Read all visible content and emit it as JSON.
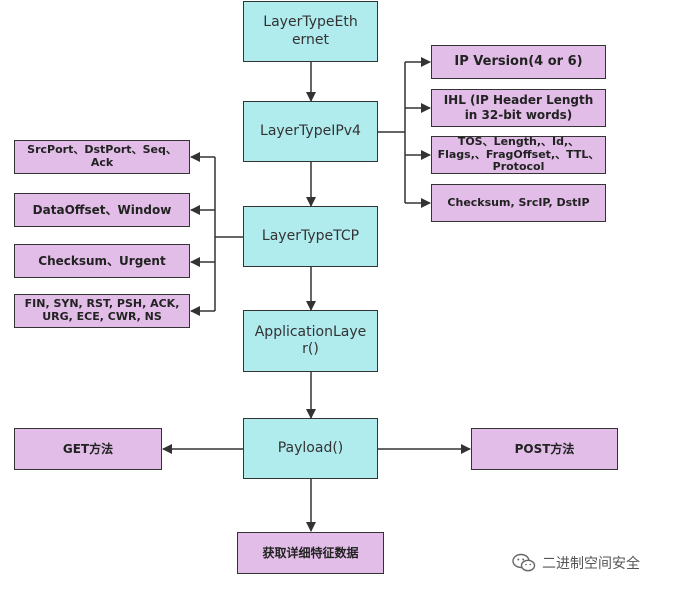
{
  "nodes": {
    "ethernet": "LayerTypeEthernet",
    "ipv4": "LayerTypeIPv4",
    "tcp": "LayerTypeTCP",
    "app": "ApplicationLayer()",
    "payload": "Payload()",
    "ip_version": "IP Version(4 or 6)",
    "ihl": "IHL (IP Header Length in 32-bit words)",
    "tos": "TOS、Length,、Id,、Flags,、FragOffset,、TTL、Protocol",
    "ip_checksum": "Checksum, SrcIP, DstIP",
    "srcport": "SrcPort、DstPort、Seq、Ack",
    "dataoffset": "DataOffset、Window",
    "tcp_checksum": "Checksum、Urgent",
    "flags": "FIN, SYN, RST, PSH, ACK, URG, ECE, CWR, NS",
    "get": "GET方法",
    "post": "POST方法",
    "details": "获取详细特征数据"
  },
  "watermark": {
    "icon": "wechat-icon",
    "text": "二进制空间安全"
  },
  "colors": {
    "layer_fill": "#b0ebee",
    "field_fill": "#e1bde7",
    "stroke": "#333333"
  }
}
